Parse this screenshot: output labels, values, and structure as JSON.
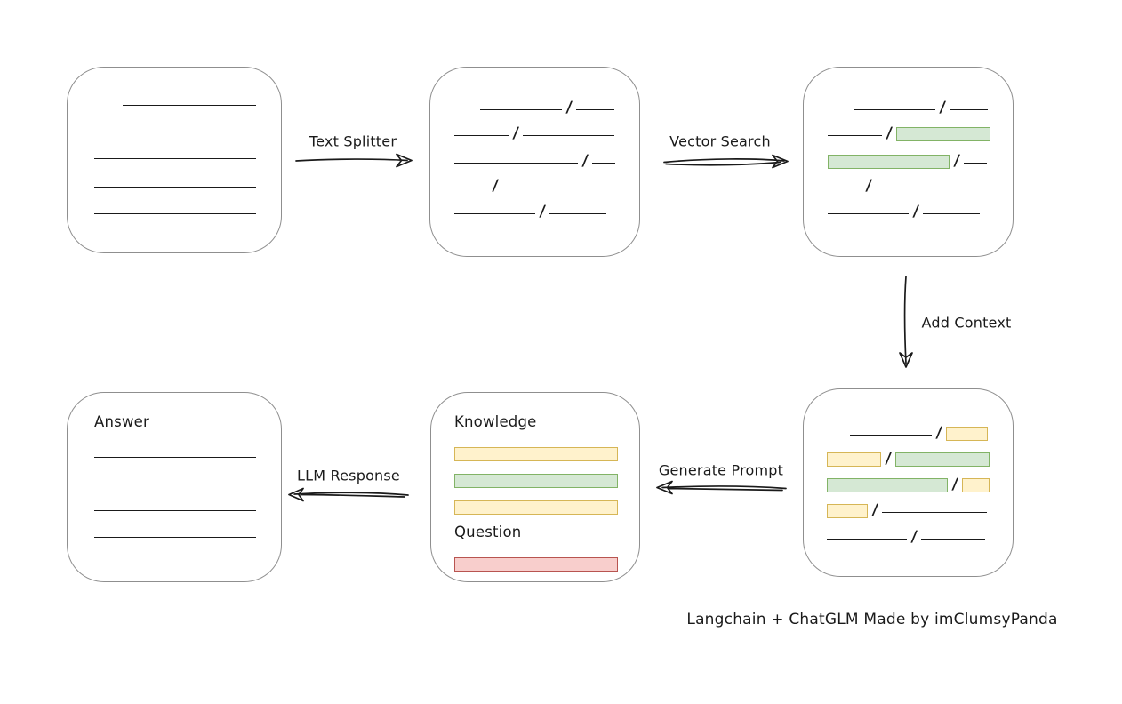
{
  "caption": "Langchain + ChatGLM Made by imClumsyPanda",
  "colors": {
    "green_fill": "#d5e8d4",
    "green_stroke": "#82b366",
    "yellow_fill": "#fff2cc",
    "yellow_stroke": "#d6b656",
    "red_fill": "#f8cecc",
    "red_stroke": "#b85450",
    "box_border": "#8f8f8f",
    "line_color": "#1a1a1a"
  },
  "arrows": [
    {
      "id": "text-splitter",
      "label": "Text Splitter",
      "direction": "right"
    },
    {
      "id": "vector-search",
      "label": "Vector Search",
      "direction": "right"
    },
    {
      "id": "add-context",
      "label": "Add Context",
      "direction": "down"
    },
    {
      "id": "generate-prompt",
      "label": "Generate Prompt",
      "direction": "left"
    },
    {
      "id": "llm-response",
      "label": "LLM Response",
      "direction": "left"
    }
  ],
  "boxes": [
    {
      "id": "document",
      "description": "source document",
      "rows": [
        {
          "h": 30,
          "segments": [
            {
              "kind": "gap",
              "w": 32
            },
            {
              "kind": "line",
              "w": 150
            }
          ]
        },
        {
          "h": 30,
          "segments": [
            {
              "kind": "line",
              "w": 182
            }
          ]
        },
        {
          "h": 30,
          "segments": [
            {
              "kind": "line",
              "w": 182
            }
          ]
        },
        {
          "h": 32,
          "segments": [
            {
              "kind": "line",
              "w": 182
            }
          ]
        },
        {
          "h": 30,
          "segments": [
            {
              "kind": "line",
              "w": 182
            }
          ]
        }
      ]
    },
    {
      "id": "split-chunks",
      "description": "text split into chunks",
      "rows": [
        {
          "h": 29,
          "segments": [
            {
              "kind": "gap",
              "w": 29
            },
            {
              "kind": "line",
              "w": 92
            },
            {
              "kind": "slash"
            },
            {
              "kind": "line",
              "w": 43
            }
          ]
        },
        {
          "h": 29,
          "segments": [
            {
              "kind": "line",
              "w": 61
            },
            {
              "kind": "slash"
            },
            {
              "kind": "line",
              "w": 103
            }
          ]
        },
        {
          "h": 31,
          "segments": [
            {
              "kind": "line",
              "w": 139
            },
            {
              "kind": "slash"
            },
            {
              "kind": "line",
              "w": 26
            }
          ]
        },
        {
          "h": 28,
          "segments": [
            {
              "kind": "line",
              "w": 38
            },
            {
              "kind": "slash"
            },
            {
              "kind": "line",
              "w": 118
            }
          ]
        },
        {
          "h": 29,
          "segments": [
            {
              "kind": "line",
              "w": 91
            },
            {
              "kind": "slash"
            },
            {
              "kind": "line",
              "w": 64
            }
          ]
        }
      ]
    },
    {
      "id": "matched-chunks",
      "description": "chunks matched by vector search",
      "rows": [
        {
          "h": 29,
          "segments": [
            {
              "kind": "gap",
              "w": 29
            },
            {
              "kind": "line",
              "w": 92
            },
            {
              "kind": "slash"
            },
            {
              "kind": "line",
              "w": 43
            }
          ]
        },
        {
          "h": 29,
          "segments": [
            {
              "kind": "line",
              "w": 61
            },
            {
              "kind": "slash"
            },
            {
              "kind": "chunk-green",
              "w": 106
            }
          ]
        },
        {
          "h": 31,
          "segments": [
            {
              "kind": "chunk-green",
              "w": 137
            },
            {
              "kind": "slash"
            },
            {
              "kind": "line",
              "w": 26
            }
          ]
        },
        {
          "h": 28,
          "segments": [
            {
              "kind": "line",
              "w": 38
            },
            {
              "kind": "slash"
            },
            {
              "kind": "line",
              "w": 118
            }
          ]
        },
        {
          "h": 29,
          "segments": [
            {
              "kind": "line",
              "w": 91
            },
            {
              "kind": "slash"
            },
            {
              "kind": "line",
              "w": 64
            }
          ]
        }
      ]
    },
    {
      "id": "context-chunks",
      "description": "matched chunks with added context",
      "rows": [
        {
          "h": 29,
          "segments": [
            {
              "kind": "gap",
              "w": 26
            },
            {
              "kind": "line",
              "w": 92
            },
            {
              "kind": "slash"
            },
            {
              "kind": "chunk-yellow",
              "w": 47
            }
          ]
        },
        {
          "h": 29,
          "segments": [
            {
              "kind": "chunk-yellow",
              "w": 61
            },
            {
              "kind": "slash"
            },
            {
              "kind": "chunk-green",
              "w": 106
            }
          ]
        },
        {
          "h": 29,
          "segments": [
            {
              "kind": "chunk-green",
              "w": 136
            },
            {
              "kind": "slash"
            },
            {
              "kind": "chunk-yellow",
              "w": 31
            }
          ]
        },
        {
          "h": 29,
          "segments": [
            {
              "kind": "chunk-yellow",
              "w": 46
            },
            {
              "kind": "slash"
            },
            {
              "kind": "line",
              "w": 118
            }
          ]
        },
        {
          "h": 30,
          "segments": [
            {
              "kind": "line",
              "w": 90
            },
            {
              "kind": "slash"
            },
            {
              "kind": "line",
              "w": 72
            }
          ]
        }
      ]
    },
    {
      "id": "prompt",
      "description": "generated prompt",
      "rows": [
        {
          "h": 30,
          "segments": [
            {
              "kind": "label",
              "text": "Knowledge"
            }
          ]
        },
        {
          "h": 28,
          "segments": [
            {
              "kind": "chunk-yellow",
              "w": 184
            }
          ]
        },
        {
          "h": 30,
          "segments": [
            {
              "kind": "chunk-green",
              "w": 184
            }
          ]
        },
        {
          "h": 30,
          "segments": [
            {
              "kind": "chunk-yellow",
              "w": 184
            }
          ]
        },
        {
          "h": 36,
          "segments": [
            {
              "kind": "label",
              "text": "Question"
            }
          ]
        },
        {
          "h": 28,
          "segments": [
            {
              "kind": "chunk-red",
              "w": 184
            }
          ]
        }
      ]
    },
    {
      "id": "answer",
      "description": "LLM answer",
      "rows": [
        {
          "h": 30,
          "segments": [
            {
              "kind": "label",
              "text": "Answer"
            }
          ]
        },
        {
          "h": 30,
          "segments": [
            {
              "kind": "line",
              "w": 182
            }
          ]
        },
        {
          "h": 30,
          "segments": [
            {
              "kind": "line",
              "w": 182
            }
          ]
        },
        {
          "h": 30,
          "segments": [
            {
              "kind": "line",
              "w": 182
            }
          ]
        },
        {
          "h": 30,
          "segments": [
            {
              "kind": "line",
              "w": 182
            }
          ]
        }
      ]
    }
  ]
}
